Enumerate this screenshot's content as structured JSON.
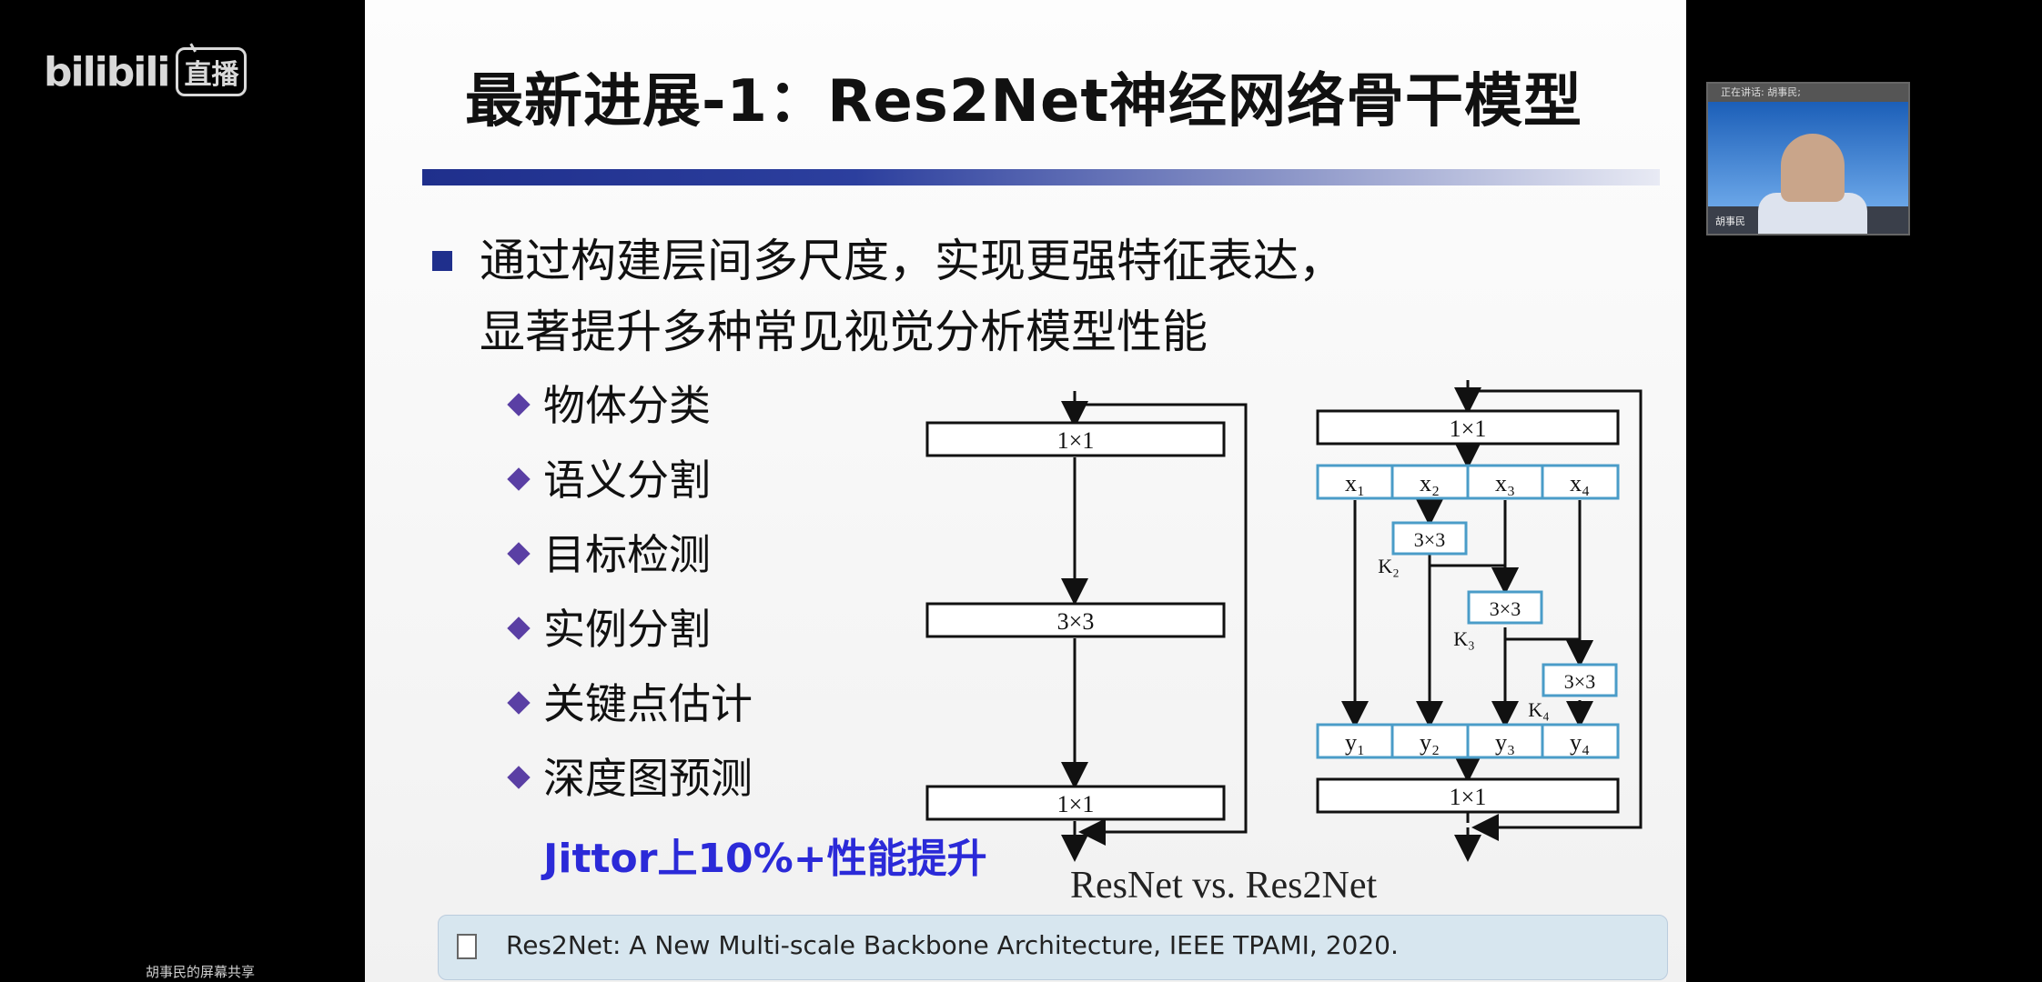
{
  "overlay": {
    "platform_logo": "bilibili",
    "live_badge": "直播",
    "screen_share_label": "胡事民的屏幕共享"
  },
  "slide": {
    "title": "最新进展-1：Res2Net神经网络骨干模型",
    "main_bullet": [
      "通过构建层间多尺度，实现更强特征表达，",
      "显著提升多种常见视觉分析模型性能"
    ],
    "sub_items": [
      "物体分类",
      "语义分割",
      "目标检测",
      "实例分割",
      "关键点估计",
      "深度图预测"
    ],
    "highlight": "Jittor上10%+性能提升",
    "diagram": {
      "resnet_blocks": [
        "1×1",
        "3×3",
        "1×1"
      ],
      "res2net_top": "1×1",
      "res2net_bottom": "1×1",
      "x_labels": [
        "x₁",
        "x₂",
        "x₃",
        "x₄"
      ],
      "y_labels": [
        "y₁",
        "y₂",
        "y₃",
        "y₄"
      ],
      "conv_labels": [
        "3×3",
        "3×3",
        "3×3"
      ],
      "k_labels": [
        "K₂",
        "K₃",
        "K₄"
      ],
      "caption": "ResNet vs. Res2Net"
    },
    "reference": "Res2Net: A New Multi-scale Backbone Architecture, IEEE TPAMI, 2020."
  },
  "webcam": {
    "header": "正在讲话: 胡事民;",
    "name": "胡事民"
  },
  "colors": {
    "title_bar": "#1f2f8c",
    "highlight": "#2b2ad8",
    "diagram_box_border": "#4a9cc8"
  }
}
